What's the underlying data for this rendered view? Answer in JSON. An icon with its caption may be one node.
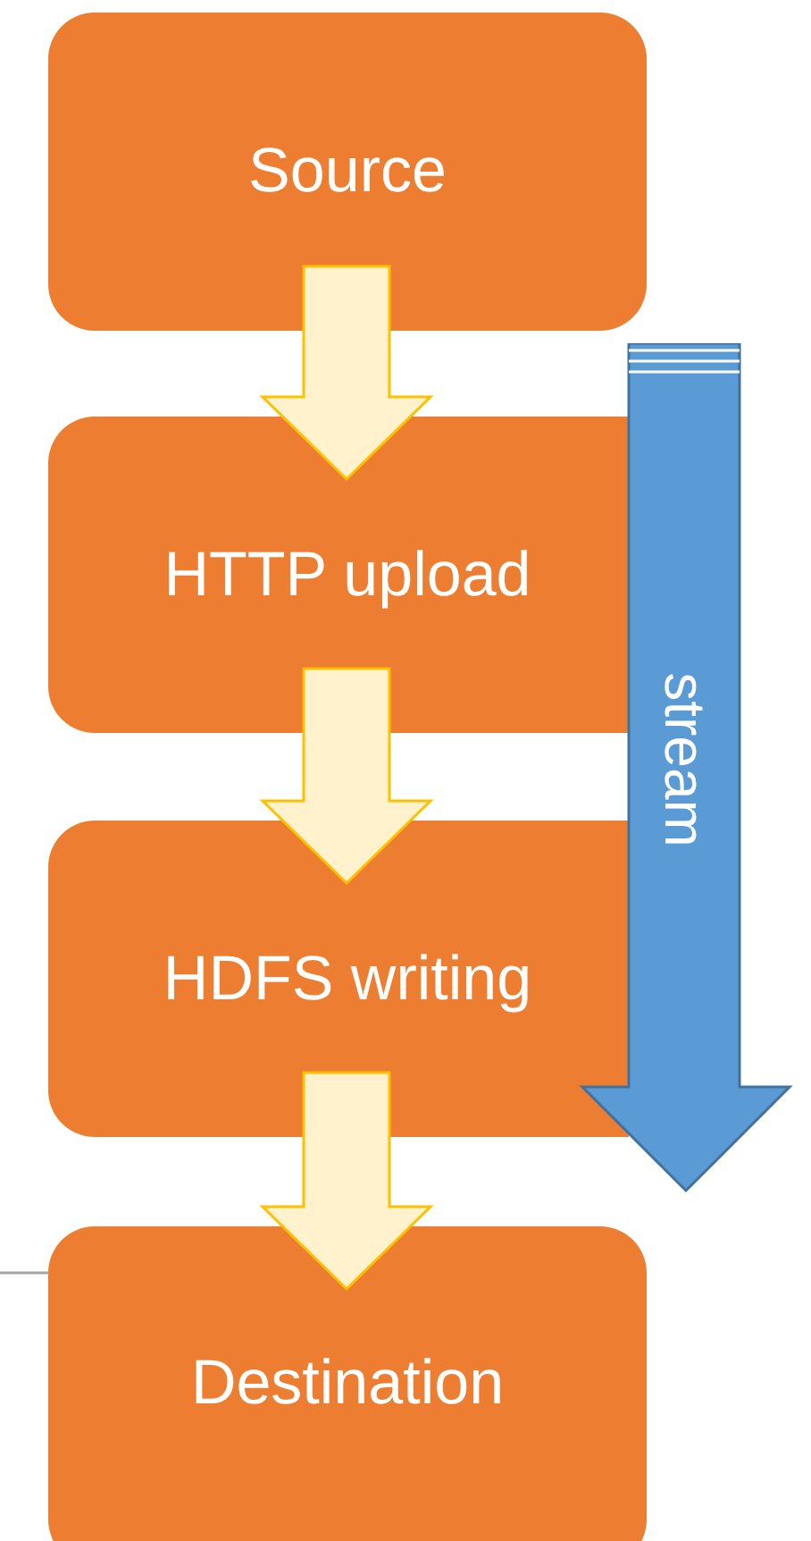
{
  "diagram": {
    "nodes": [
      {
        "text": [
          "Source"
        ]
      },
      {
        "text": [
          "HTTP upload"
        ]
      },
      {
        "text": [
          "HDFS writing"
        ]
      },
      {
        "text": [
          "Destination"
        ]
      },
      {
        "text": [
          "stream"
        ]
      }
    ],
    "edges": [
      {
        "from": 0,
        "to": 1,
        "arrow": "to"
      },
      {
        "from": 1,
        "to": 2,
        "arrow": "to"
      },
      {
        "from": 2,
        "to": 3,
        "arrow": "to"
      }
    ]
  }
}
